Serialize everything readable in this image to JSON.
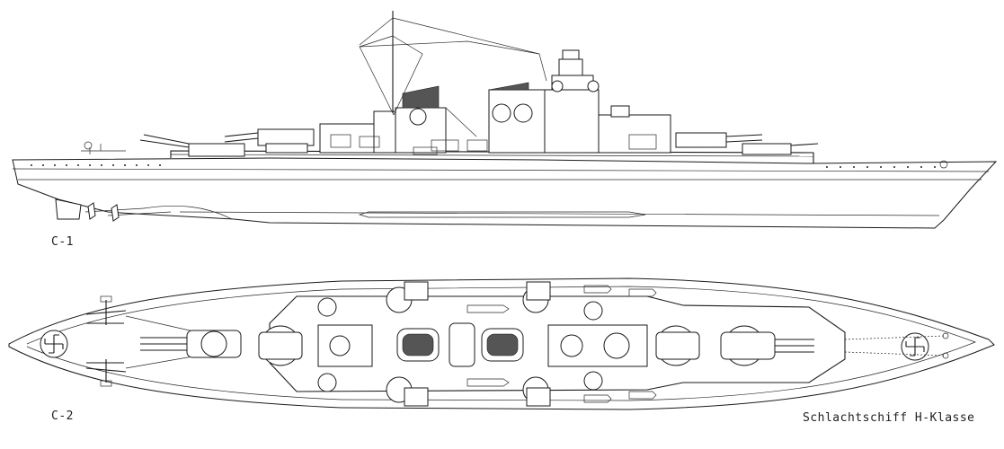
{
  "views": [
    {
      "label": "C-1"
    },
    {
      "label": "C-2"
    }
  ],
  "caption": "Schlachtschiff H-Klasse"
}
